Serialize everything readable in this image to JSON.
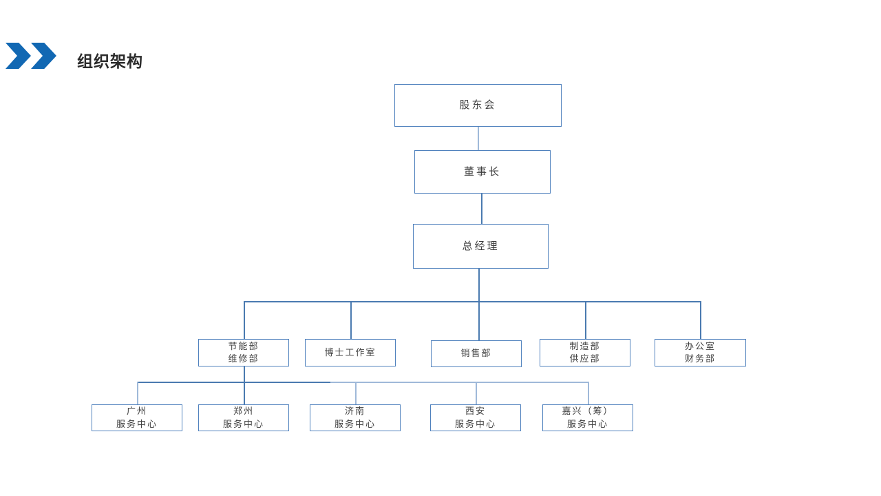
{
  "slide": {
    "title": "组织架构",
    "colors": {
      "accent_blue": "#1268b3",
      "box_border": "#4f81bd",
      "connector_dark": "#4a7ab0",
      "connector_light": "#9fb9d9",
      "text": "#3f3f3f"
    }
  },
  "org": {
    "type": "org-chart",
    "boxes": [
      {
        "lines": [
          "股东会"
        ]
      },
      {
        "lines": [
          "董事长"
        ]
      },
      {
        "lines": [
          "总经理"
        ]
      },
      {
        "lines": [
          "节能部",
          "维修部"
        ]
      },
      {
        "lines": [
          "博士工作室"
        ]
      },
      {
        "lines": [
          "销售部"
        ]
      },
      {
        "lines": [
          "制造部",
          "供应部"
        ]
      },
      {
        "lines": [
          "办公室",
          "财务部"
        ]
      },
      {
        "lines": [
          "广州",
          "服务中心"
        ]
      },
      {
        "lines": [
          "郑州",
          "服务中心"
        ]
      },
      {
        "lines": [
          "济南",
          "服务中心"
        ]
      },
      {
        "lines": [
          "西安",
          "服务中心"
        ]
      },
      {
        "lines": [
          "嘉兴（筹）",
          "服务中心"
        ]
      }
    ],
    "edges": [
      {
        "from": "股东会",
        "to": "董事长"
      },
      {
        "from": "董事长",
        "to": "总经理"
      },
      {
        "from": "总经理",
        "to": "节能部/维修部"
      },
      {
        "from": "总经理",
        "to": "博士工作室"
      },
      {
        "from": "总经理",
        "to": "销售部"
      },
      {
        "from": "总经理",
        "to": "制造部/供应部"
      },
      {
        "from": "总经理",
        "to": "办公室/财务部"
      },
      {
        "from": "节能部/维修部",
        "to": "广州服务中心"
      },
      {
        "from": "节能部/维修部",
        "to": "郑州服务中心"
      },
      {
        "from": "节能部/维修部",
        "to": "济南服务中心"
      },
      {
        "from": "节能部/维修部",
        "to": "西安服务中心"
      },
      {
        "from": "节能部/维修部",
        "to": "嘉兴（筹）服务中心"
      }
    ]
  }
}
